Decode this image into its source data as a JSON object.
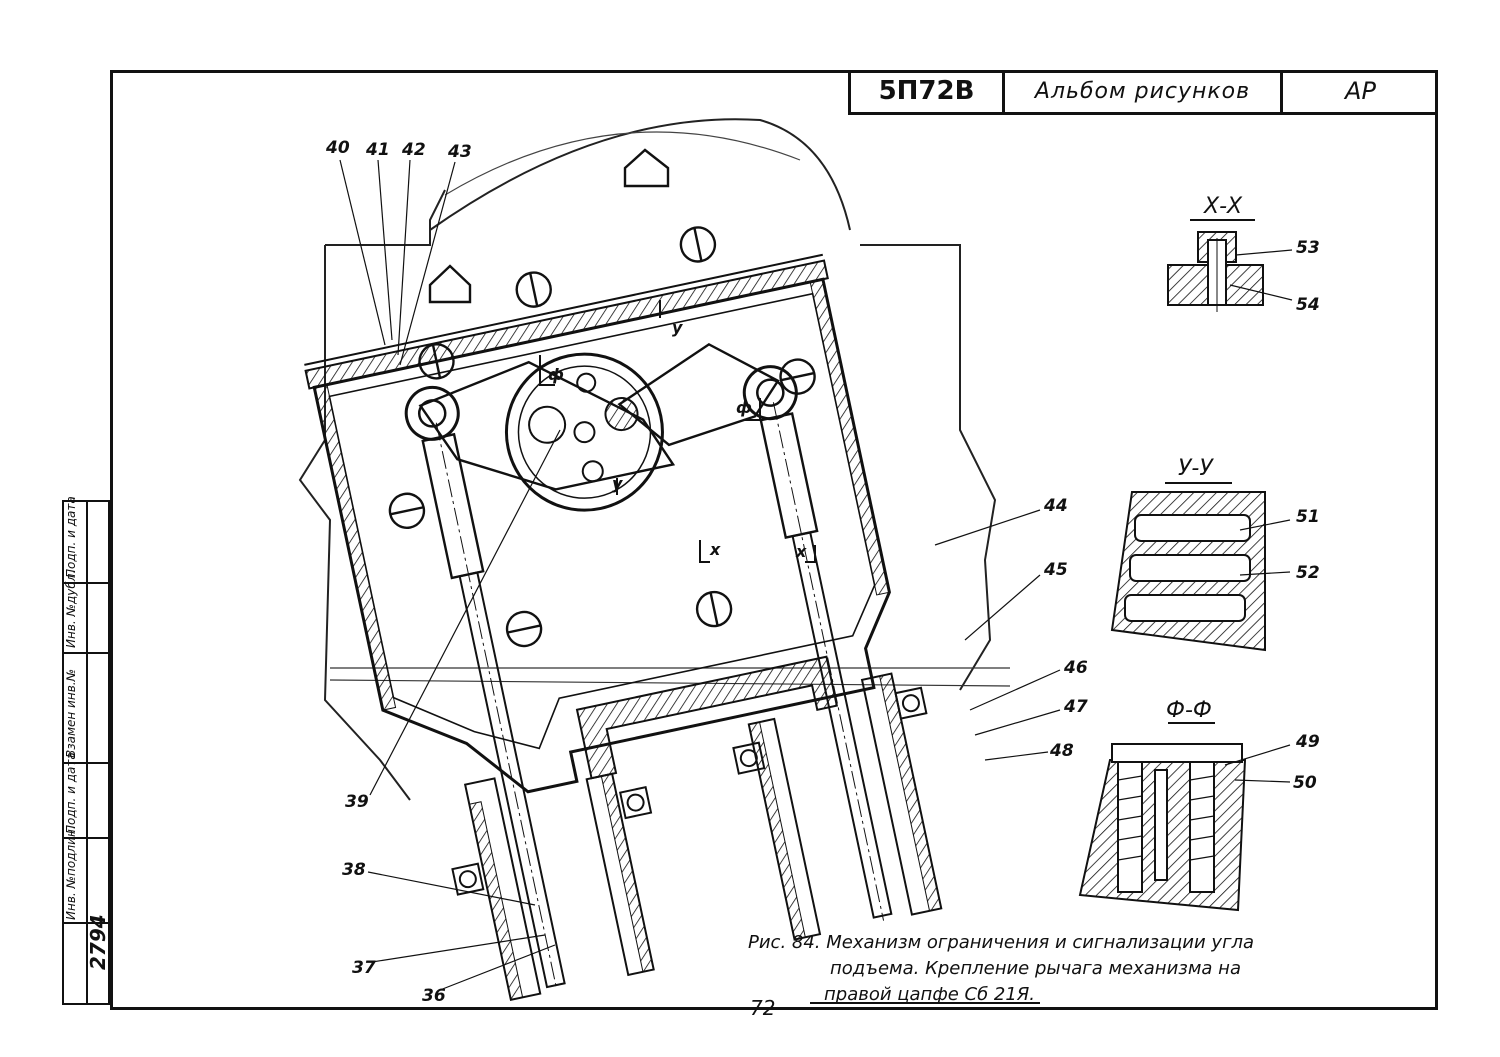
{
  "title_block": {
    "code": "5П72В",
    "album": "Альбом   рисунков",
    "designation": "АР"
  },
  "side_strip": {
    "labels": [
      "Инв. №подлин.",
      "Подп. и дата",
      "Взамен инв.№",
      "Инв. №дубл.",
      "Подп. и дата"
    ],
    "inventory_number": "2794"
  },
  "callouts": {
    "n36": "36",
    "n37": "37",
    "n38": "38",
    "n39": "39",
    "n40": "40",
    "n41": "41",
    "n42": "42",
    "n43": "43",
    "n44": "44",
    "n45": "45",
    "n46": "46",
    "n47": "47",
    "n48": "48",
    "n49": "49",
    "n50": "50",
    "n51": "51",
    "n52": "52",
    "n53": "53",
    "n54": "54"
  },
  "section_marks": {
    "f_left": "ф",
    "f_right": "ф",
    "y_top": "у",
    "y_bottom": "у",
    "x_left": "х",
    "x_right": "х"
  },
  "sections": {
    "xx": "Х-Х",
    "yy": "У-У",
    "ff": "Ф-Ф"
  },
  "caption": {
    "line1": "Рис. 84.  Механизм ограничения и сигнализации угла",
    "line2": "подъема. Крепление рычага механизма на",
    "line3": "правой цапфе Сб 21Я."
  },
  "page_number": "72"
}
